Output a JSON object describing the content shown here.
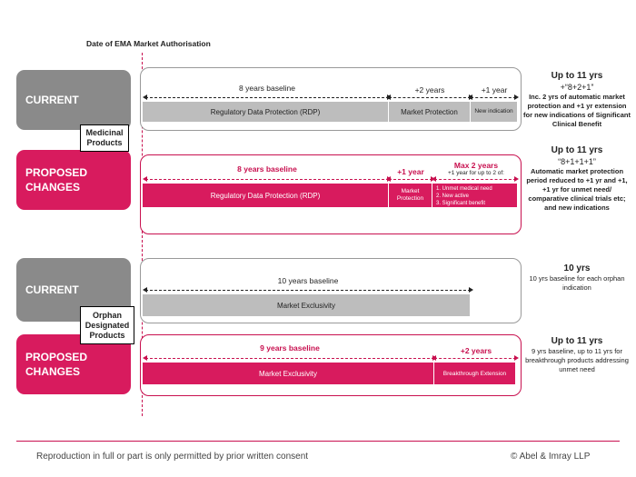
{
  "header": {
    "ema_title": "Date of EMA Market Authorisation"
  },
  "medicinal": {
    "category": "Medicinal Products",
    "current": {
      "label": "CURRENT",
      "span_8": "8 years baseline",
      "span_2": "+2 years",
      "span_1": "+1 year",
      "seg_rdp": "Regulatory Data Protection (RDP)",
      "seg_mp": "Market Protection",
      "seg_ni": "New indication",
      "note_title": "Up to 11 yrs",
      "note_formula": "+“8+2+1”",
      "note_body": "Inc. 2 yrs of automatic market protection and +1 yr extension for new indications of Significant Clinical Benefit"
    },
    "proposed": {
      "label_1": "PROPOSED",
      "label_2": "CHANGES",
      "span_8": "8 years baseline",
      "span_1": "+1 year",
      "span_max": "Max 2 years",
      "span_max_sub": "+1 year for up to 2 of:",
      "seg_rdp": "Regulatory Data Protection (RDP)",
      "seg_mp": "Market Protection",
      "items": [
        "1. Unmet medical need",
        "2. New active",
        "3. Significant benefit"
      ],
      "note_title": "Up to 11 yrs",
      "note_formula": "“8+1+1+1”",
      "note_body": "Automatic market protection period reduced to +1 yr and +1, +1 yr for unmet need/ comparative clinical trials etc; and new indications"
    }
  },
  "orphan": {
    "category": "Orphan Designated Products",
    "current": {
      "label": "CURRENT",
      "span_10": "10 years baseline",
      "seg_me": "Market Exclusivity",
      "note_title": "10 yrs",
      "note_body": "10 yrs baseline for each orphan indication"
    },
    "proposed": {
      "label_1": "PROPOSED",
      "label_2": "CHANGES",
      "span_9": "9 years baseline",
      "span_2": "+2 years",
      "seg_me": "Market Exclusivity",
      "seg_be": "Breakthrough Extension",
      "note_title": "Up to 11 yrs",
      "note_body": "9 yrs baseline, up to 11 yrs for breakthrough products addressing unmet need"
    }
  },
  "footer": {
    "left": "Reproduction in full or part is only permitted by prior written consent",
    "right": "© Abel & Imray LLP"
  },
  "colors": {
    "accent": "#c8104f",
    "grey": "#8a8a8a",
    "pink_fill": "#d81b5e"
  }
}
